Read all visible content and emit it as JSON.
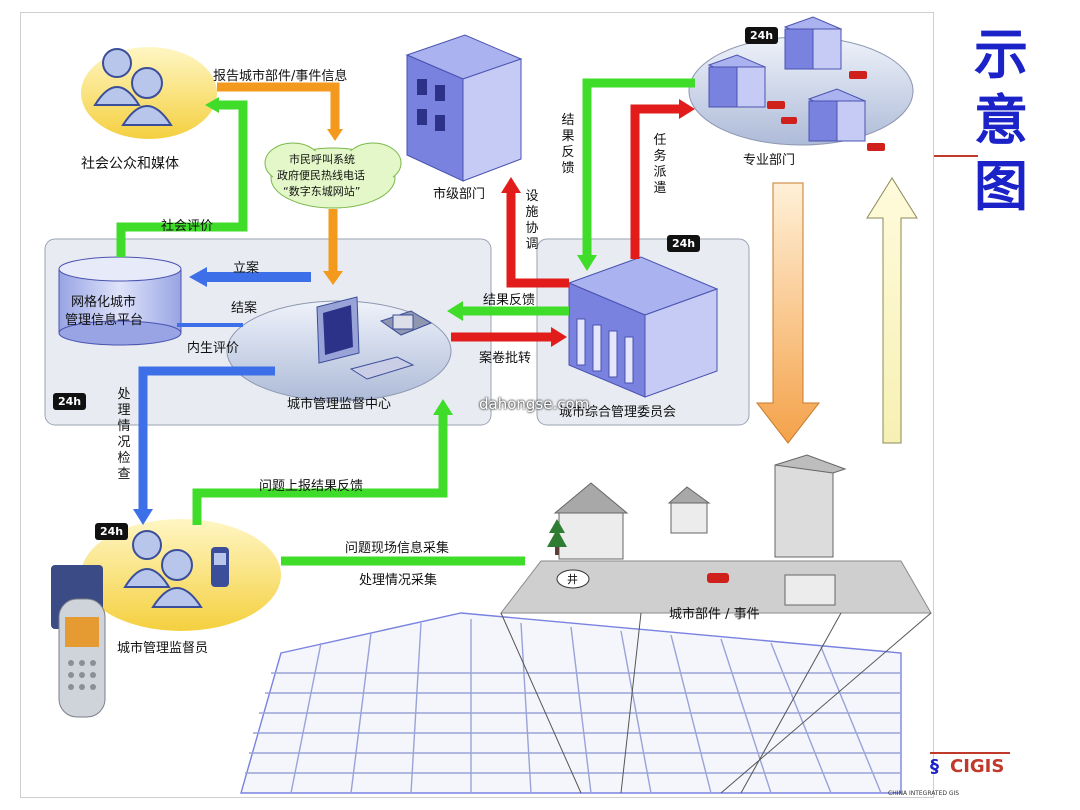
{
  "side_title": "示意图",
  "badge_24h": "24h",
  "nodes": {
    "public": "社会公众和媒体",
    "call_system": [
      "市民呼叫系统",
      "政府便民热线电话",
      "“数字东城网站”"
    ],
    "city_dept": "市级部门",
    "specialized_dept": "专业部门",
    "platform": [
      "网格化城市",
      "管理信息平台"
    ],
    "supervision_center": "城市管理监督中心",
    "committee": "城市综合管理委员会",
    "supervisor": "城市管理监督员",
    "components": "城市部件 / 事件",
    "well": "井"
  },
  "edges": {
    "report_info": "报告城市部件/事件信息",
    "social_eval": "社会评价",
    "register": "立案",
    "close_case": "结案",
    "internal_eval": "内生评价",
    "result_feedback_center": "结果反馈",
    "case_transfer": "案卷批转",
    "facility_coord": "设施协调",
    "result_feedback_v": "结果反馈",
    "task_dispatch": "任务派遣",
    "process_check": "处理情况检查",
    "problem_report_feedback": "问题上报结果反馈",
    "onsite_collect": "问题现场信息采集",
    "process_collect": "处理情况采集"
  },
  "watermark": "dahongse.com",
  "logo": "CIGIS",
  "logo_sub": "CHINA INTEGRATED GIS",
  "colors": {
    "green": "#3fdc2a",
    "red": "#e21b1b",
    "orange": "#f39a1e",
    "blue": "#3d6fe8",
    "title": "#1a22c8",
    "panel": "#e9edf2"
  }
}
